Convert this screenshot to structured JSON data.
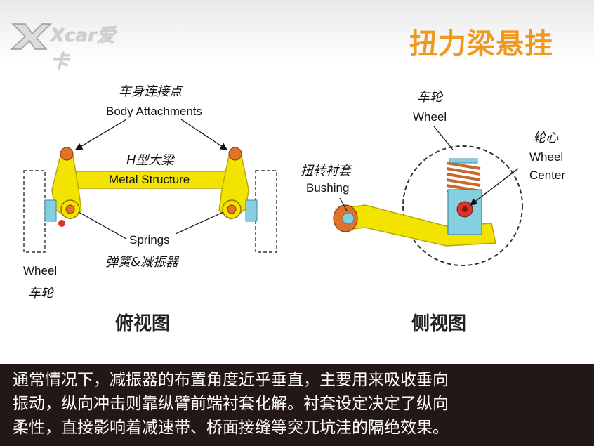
{
  "header": {
    "logo_text": "Xcar爱卡",
    "title": "扭力梁悬挂"
  },
  "top_view": {
    "body_attachments_cn": "车身连接点",
    "body_attachments_en": "Body Attachments",
    "h_beam_cn": "H型大梁",
    "metal_structure": "Metal Structure",
    "springs_en": "Springs",
    "springs_cn": "弹簧&减振器",
    "wheel_en": "Wheel",
    "wheel_cn": "车轮",
    "caption": "俯视图"
  },
  "side_view": {
    "wheel_cn": "车轮",
    "wheel_en": "Wheel",
    "wheel_center_cn": "轮心",
    "wheel_center_en_1": "Wheel",
    "wheel_center_en_2": "Center",
    "bushing_cn": "扭转衬套",
    "bushing_en": "Bushing",
    "caption": "侧视图"
  },
  "caption_lines": [
    "通常情况下，减振器的布置角度近乎垂直，主要用来吸收垂向",
    "振动，纵向冲击则靠纵臂前端衬套化解。衬套设定决定了纵向",
    "柔性，直接影响着减速带、桥面接缝等突兀坑洼的隔绝效果。"
  ],
  "colors": {
    "beam_yellow": "#f2e400",
    "accent_orange": "#ef9a1e",
    "spring_copper": "#c8682a",
    "mount_blue": "#86cfe0",
    "caption_bg": "#231815"
  }
}
